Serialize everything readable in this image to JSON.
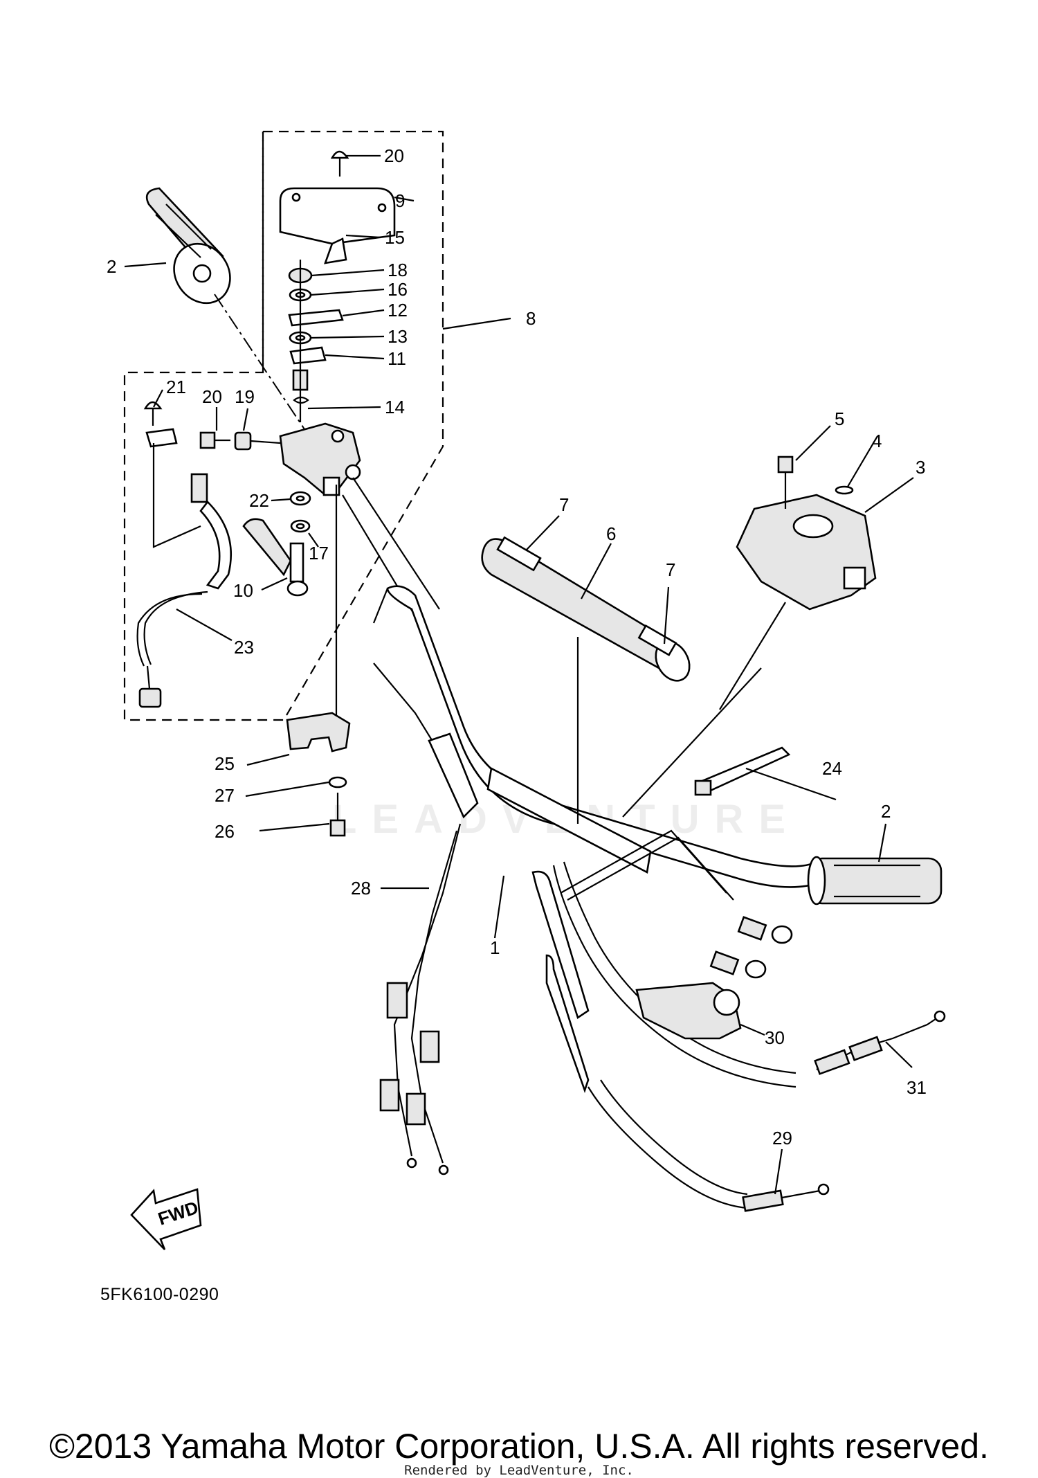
{
  "diagram_code": "5FK6100-0290",
  "copyright": "©2013 Yamaha Motor Corporation, U.S.A. All rights reserved.",
  "rendered_by": "Rendered by LeadVenture, Inc.",
  "watermark": "LEADVENTURE",
  "fwd_label": "FWD",
  "callouts": {
    "c1": "1",
    "c2a": "2",
    "c2b": "2",
    "c3": "3",
    "c4": "4",
    "c5": "5",
    "c6": "6",
    "c7a": "7",
    "c7b": "7",
    "c8": "8",
    "c9": "9",
    "c10": "10",
    "c11": "11",
    "c12": "12",
    "c13": "13",
    "c14": "14",
    "c15": "15",
    "c16": "16",
    "c17": "17",
    "c18": "18",
    "c19": "19",
    "c20a": "20",
    "c20b": "20",
    "c21": "21",
    "c22": "22",
    "c23": "23",
    "c24": "24",
    "c25": "25",
    "c26": "26",
    "c27": "27",
    "c28": "28",
    "c29": "29",
    "c30": "30",
    "c31": "31"
  }
}
